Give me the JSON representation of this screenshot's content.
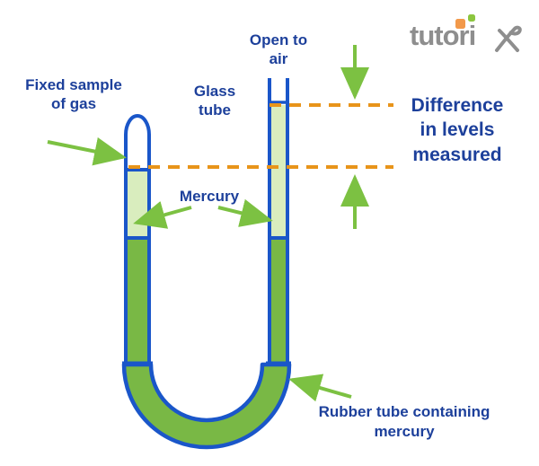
{
  "title": "Manometer diagram - difference in mercury levels",
  "logo": {
    "text": "tutori",
    "x_glyph": "x",
    "colors": {
      "text_gray": "#8E8E8E",
      "square_orange": "#F2994A",
      "square_green": "#8CC63F"
    }
  },
  "labels": {
    "fixed_sample": {
      "line1": "Fixed sample",
      "line2": "of gas"
    },
    "glass_tube": {
      "line1": "Glass",
      "line2": "tube"
    },
    "open_to_air": {
      "line1": "Open to",
      "line2": "air"
    },
    "mercury": "Mercury",
    "difference": {
      "line1": "Difference",
      "line2": "in levels",
      "line3": "measured"
    },
    "rubber_tube": {
      "line1": "Rubber tube containing",
      "line2": "mercury"
    }
  },
  "diagram": {
    "type": "u-tube manometer",
    "parts": [
      "closed glass tube with fixed gas sample (left, sealed rounded top)",
      "open glass tube (right, open to air)",
      "mercury columns at different heights",
      "rubber U-bend tube containing mercury",
      "two horizontal dashed reference lines marking the two mercury levels"
    ],
    "colors": {
      "tube_outline_blue": "#1A56C9",
      "mercury_light_green": "#D9EDBE",
      "mercury_dark_green": "#79B845",
      "arrow_green": "#7CC142",
      "dashed_line_orange": "#E8941A",
      "label_navy": "#1D409B"
    }
  }
}
